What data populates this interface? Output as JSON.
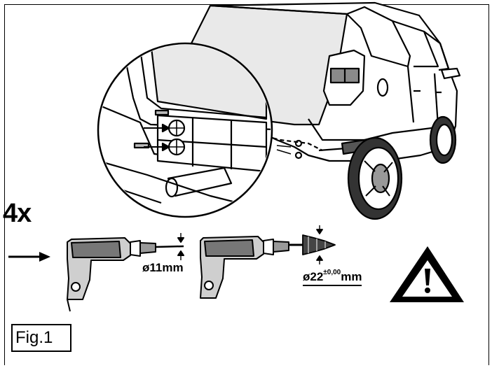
{
  "quantity_label": "4x",
  "drill_small": {
    "diameter_label": "ø11mm"
  },
  "drill_large": {
    "diameter_prefix": "ø22",
    "tolerance": "±0,00",
    "unit": "mm"
  },
  "figure_label": "Fig.1",
  "icons": [
    "car-rear-icon",
    "detail-magnifier-icon",
    "drill-icon",
    "step-drill-bit-icon",
    "warning-triangle-icon",
    "arrow-right-icon"
  ]
}
